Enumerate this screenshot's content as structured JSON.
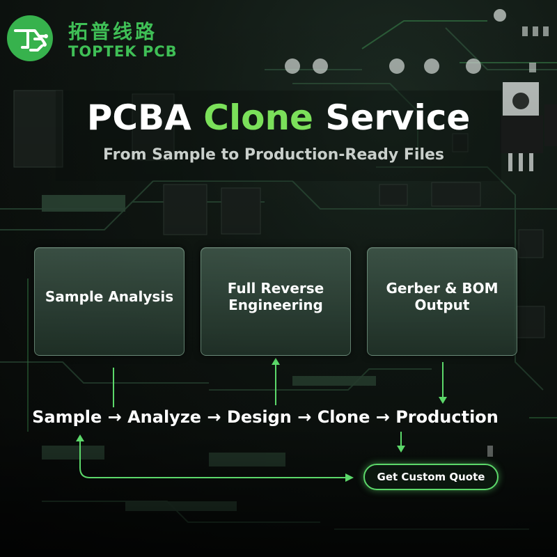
{
  "brand": {
    "name_cn": "拓普线路",
    "name_en": "TOPTEK PCB"
  },
  "headline": {
    "part1": "PCBA ",
    "accent": "Clone",
    "part2": " Service"
  },
  "subtitle": "From Sample to Production-Ready Files",
  "cards": [
    {
      "label": "Sample Analysis"
    },
    {
      "label": "Full Reverse Engineering"
    },
    {
      "label": "Gerber & BOM Output"
    }
  ],
  "flow": "Sample → Analyze → Design → Clone → Production",
  "cta": "Get Custom Quote",
  "colors": {
    "accent_green": "#7be05a",
    "brand_green": "#3fbf56",
    "connector_green": "#5cd86a"
  },
  "icons": [
    "toptek-logo-icon",
    "arrow-icon"
  ]
}
